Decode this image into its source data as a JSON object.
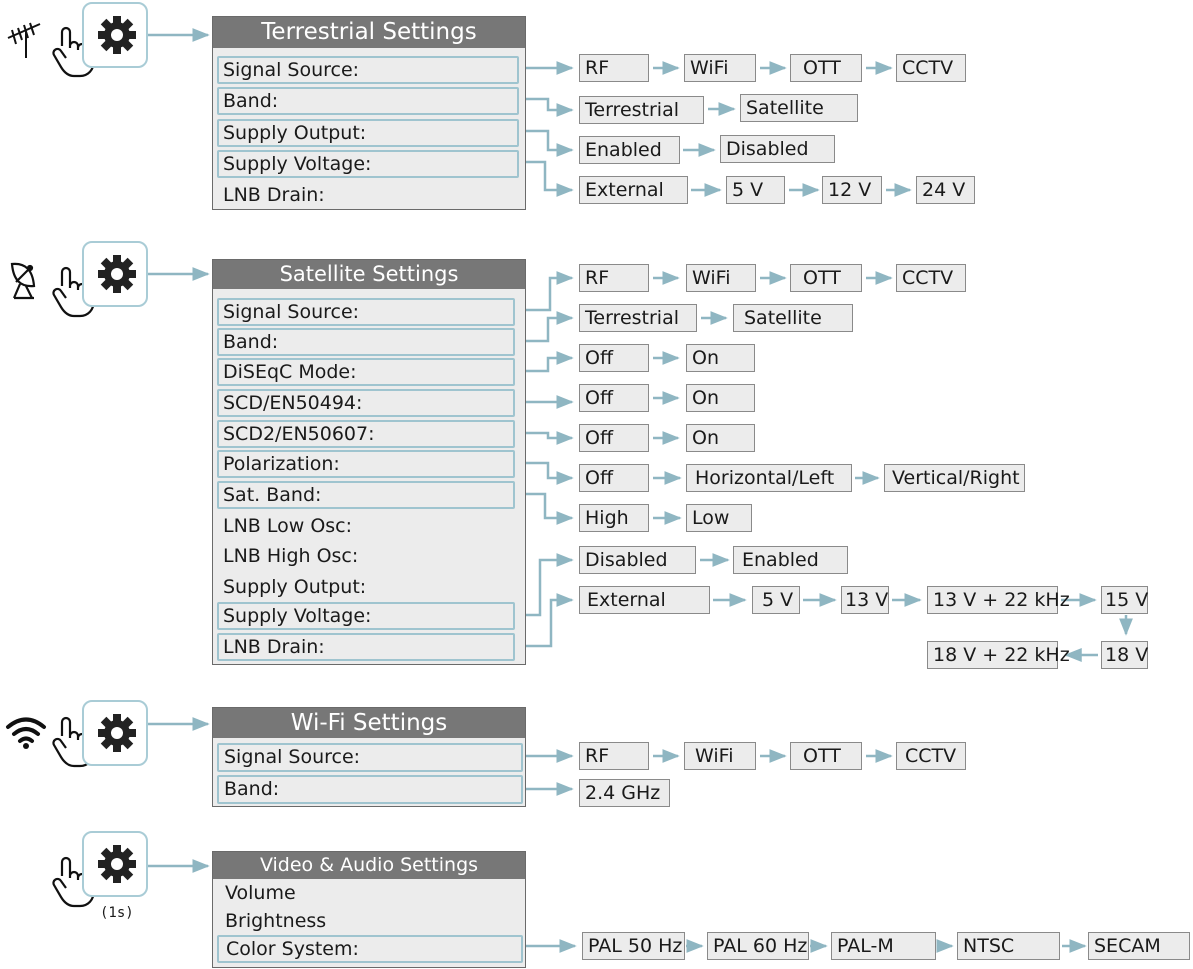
{
  "colors": {
    "connector": "#8fb6c2",
    "panel_bg": "#ececec",
    "panel_title_bg": "#777777",
    "highlight": "#9fc4cf"
  },
  "terrestrial": {
    "title": "Terrestrial Settings",
    "items": [
      "Signal Source:",
      "Band:",
      "Supply Output:",
      "Supply Voltage:",
      "LNB Drain:"
    ],
    "signal_source_options": [
      "RF",
      "WiFi",
      "OTT",
      "CCTV"
    ],
    "band_options": [
      "Terrestrial",
      "Satellite"
    ],
    "supply_output_options": [
      "Enabled",
      "Disabled"
    ],
    "supply_voltage_options": [
      "External",
      "5 V",
      "12 V",
      "24 V"
    ]
  },
  "satellite": {
    "title": "Satellite Settings",
    "items": [
      "Signal Source:",
      "Band:",
      "DiSEqC Mode:",
      "SCD/EN50494:",
      "SCD2/EN50607:",
      "Polarization:",
      "Sat. Band:",
      "LNB Low Osc:",
      "LNB High Osc:",
      "Supply Output:",
      "Supply Voltage:",
      "LNB Drain:"
    ],
    "signal_source_options": [
      "RF",
      "WiFi",
      "OTT",
      "CCTV"
    ],
    "band_options": [
      "Terrestrial",
      "Satellite"
    ],
    "diseqc_options": [
      "Off",
      "On"
    ],
    "scd_options": [
      "Off",
      "On"
    ],
    "scd2_options": [
      "Off",
      "On"
    ],
    "polarization_options": [
      "Off",
      "Horizontal/Left",
      "Vertical/Right"
    ],
    "sat_band_options": [
      "High",
      "Low"
    ],
    "supply_output_options": [
      "Disabled",
      "Enabled"
    ],
    "supply_voltage_options": [
      "External",
      "5 V",
      "13 V",
      "13 V + 22 kHz",
      "15 V",
      "18 V",
      "18 V + 22 kHz"
    ]
  },
  "wifi": {
    "title": "Wi-Fi Settings",
    "items": [
      "Signal Source:",
      "Band:"
    ],
    "signal_source_options": [
      "RF",
      "WiFi",
      "OTT",
      "CCTV"
    ],
    "band_options": [
      "2.4 GHz"
    ]
  },
  "video_audio": {
    "title": "Video & Audio Settings",
    "items": [
      "Volume",
      "Brightness",
      "Color System:"
    ],
    "color_system_options": [
      "PAL 50 Hz",
      "PAL 60 Hz",
      "PAL-M",
      "NTSC",
      "SECAM"
    ],
    "hold_label": "(1s)"
  },
  "icons": [
    "antenna-icon",
    "satellite-dish-icon",
    "wifi-icon",
    "hand-press-icon",
    "gear-icon"
  ]
}
